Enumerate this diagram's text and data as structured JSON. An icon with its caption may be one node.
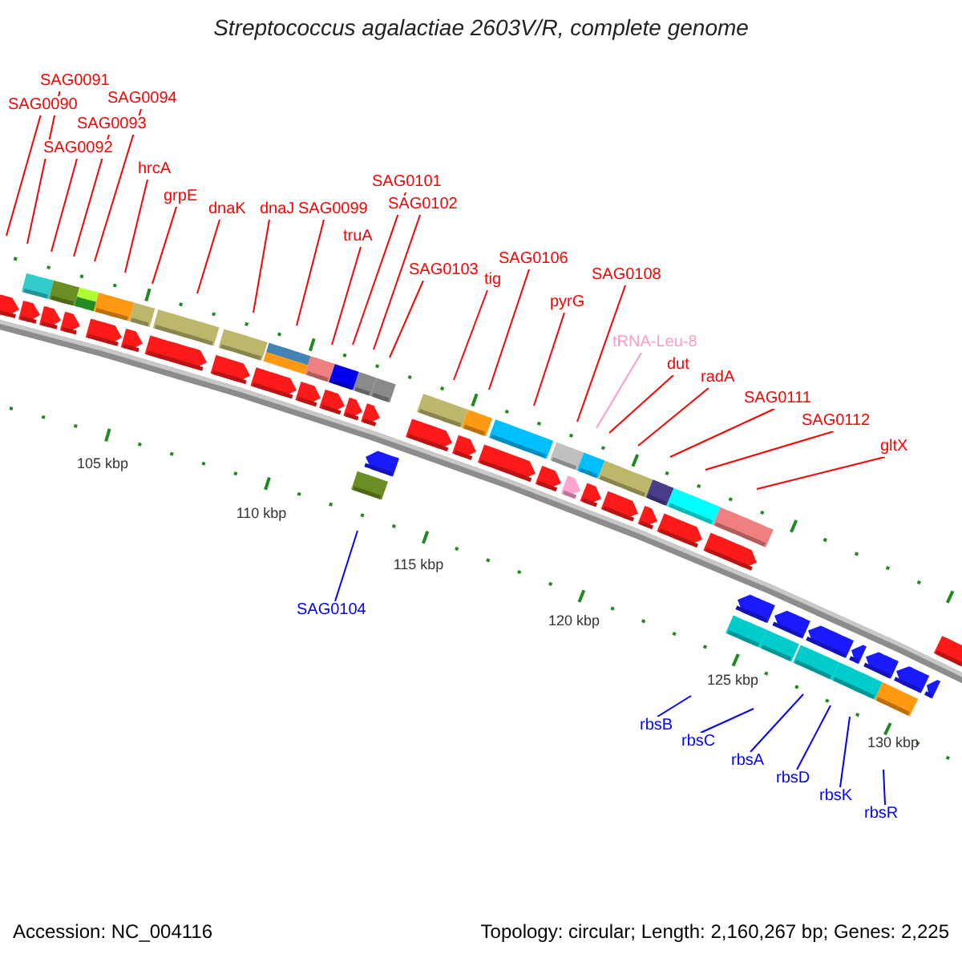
{
  "diagram": {
    "title": "Streptococcus agalactiae 2603V/R, complete genome",
    "nodes": [
      {
        "text": [
          "SAG0090"
        ]
      },
      {
        "text": [
          "SAG0091"
        ]
      },
      {
        "text": [
          "SAG0092"
        ]
      },
      {
        "text": [
          "SAG0093"
        ]
      },
      {
        "text": [
          "SAG0094"
        ]
      },
      {
        "text": [
          "hrcA"
        ]
      },
      {
        "text": [
          "grpE"
        ]
      },
      {
        "text": [
          "dnaK"
        ]
      },
      {
        "text": [
          "dnaJ"
        ]
      },
      {
        "text": [
          "SAG0099"
        ]
      },
      {
        "text": [
          "truA"
        ]
      },
      {
        "text": [
          "SAG0101"
        ]
      },
      {
        "text": [
          "SAG0102"
        ]
      },
      {
        "text": [
          "SAG0103"
        ]
      },
      {
        "text": [
          "tig"
        ]
      },
      {
        "text": [
          "SAG0106"
        ]
      },
      {
        "text": [
          "pyrG"
        ]
      },
      {
        "text": [
          "SAG0108"
        ]
      },
      {
        "text": [
          "tRNA-Leu-8"
        ]
      },
      {
        "text": [
          "dut"
        ]
      },
      {
        "text": [
          "radA"
        ]
      },
      {
        "text": [
          "SAG0111"
        ]
      },
      {
        "text": [
          "SAG0112"
        ]
      },
      {
        "text": [
          "gltX"
        ]
      },
      {
        "text": [
          "SAG0104"
        ]
      },
      {
        "text": [
          "rbsB"
        ]
      },
      {
        "text": [
          "rbsC"
        ]
      },
      {
        "text": [
          "rbsA"
        ]
      },
      {
        "text": [
          "rbsD"
        ]
      },
      {
        "text": [
          "rbsK"
        ]
      },
      {
        "text": [
          "rbsR"
        ]
      }
    ],
    "edges": [
      {
        "from": 0,
        "to": null,
        "arrow": "none"
      },
      {
        "from": 1,
        "to": null,
        "arrow": "none"
      },
      {
        "from": 2,
        "to": null,
        "arrow": "none"
      },
      {
        "from": 3,
        "to": null,
        "arrow": "none"
      },
      {
        "from": 4,
        "to": null,
        "arrow": "none"
      },
      {
        "from": 5,
        "to": null,
        "arrow": "none"
      },
      {
        "from": 6,
        "to": null,
        "arrow": "none"
      },
      {
        "from": 7,
        "to": null,
        "arrow": "none"
      },
      {
        "from": 8,
        "to": null,
        "arrow": "none"
      },
      {
        "from": 9,
        "to": null,
        "arrow": "none"
      },
      {
        "from": 10,
        "to": null,
        "arrow": "none"
      },
      {
        "from": 11,
        "to": null,
        "arrow": "none"
      },
      {
        "from": 12,
        "to": null,
        "arrow": "none"
      },
      {
        "from": 13,
        "to": null,
        "arrow": "none"
      },
      {
        "from": 14,
        "to": null,
        "arrow": "none"
      },
      {
        "from": 15,
        "to": null,
        "arrow": "none"
      },
      {
        "from": 16,
        "to": null,
        "arrow": "none"
      },
      {
        "from": 17,
        "to": null,
        "arrow": "none"
      },
      {
        "from": 18,
        "to": null,
        "arrow": "none",
        "color": "#ff99cc"
      },
      {
        "from": 19,
        "to": null,
        "arrow": "none"
      },
      {
        "from": 20,
        "to": null,
        "arrow": "none"
      },
      {
        "from": 21,
        "to": null,
        "arrow": "none"
      },
      {
        "from": 22,
        "to": null,
        "arrow": "none"
      },
      {
        "from": 23,
        "to": null,
        "arrow": "none"
      },
      {
        "from": 24,
        "to": null,
        "arrow": "none",
        "color": "#0000ff"
      },
      {
        "from": 25,
        "to": null,
        "arrow": "none",
        "color": "#0000ff"
      },
      {
        "from": 26,
        "to": null,
        "arrow": "none",
        "color": "#0000ff"
      },
      {
        "from": 27,
        "to": null,
        "arrow": "none",
        "color": "#0000ff"
      },
      {
        "from": 28,
        "to": null,
        "arrow": "none",
        "color": "#0000ff"
      },
      {
        "from": 29,
        "to": null,
        "arrow": "none",
        "color": "#0000ff"
      },
      {
        "from": 30,
        "to": null,
        "arrow": "none",
        "color": "#0000ff"
      }
    ],
    "labels": [
      "105 kbp",
      "110 kbp",
      "115 kbp",
      "120 kbp",
      "125 kbp",
      "130 kbp",
      "Accession: NC_004116",
      "Topology: circular; Length: 2,160,267 bp; Genes: 2,225"
    ]
  }
}
